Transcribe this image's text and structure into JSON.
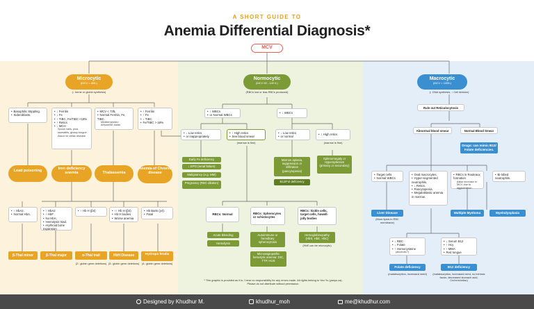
{
  "header": {
    "tag": "A SHORT GUIDE TO",
    "title": "Anemia Differential Diagnosis*",
    "mcv": "MCV"
  },
  "micro": {
    "title": "Microcytic",
    "range": "(MCV < 80fL)",
    "note": "(↓ heme or globin synthesis)",
    "b1": [
      "Basophilic Stippling.",
      "Sideroblasts."
    ],
    "b2": [
      "↓ Ferritin",
      "↓ Fe",
      "↑ TIBC, Fe/TIBC <18%",
      "↑ Retics",
      "↓ MCH"
    ],
    "b2_small": [
      "Spoon nails, pica, stomatitis, glossy tongue.",
      "Assoc w/ celiac disease"
    ],
    "b3": [
      "MCV < 73fL",
      "Normal Ferritin, Fe, TIBC."
    ],
    "b3_small": [
      "Mediterranean/ African/SE Asian"
    ],
    "b4": [
      "↑ Ferritin",
      "↑ Fe",
      "↓ TIBC",
      "Fe/TIBC > 18%"
    ],
    "p1": "Lead poisoning",
    "p2": "Iron deficiency anemia",
    "p3": "Thalassemia",
    "p4": "Anemia of Chronic disease",
    "t1": [
      "↑ HbA2.",
      "Normal HbA."
    ],
    "t2": [
      "↑ HbA2",
      "↑ HbF",
      "No HbA;",
      "Hemolysis triad.",
      "erythroid bone expansion"
    ],
    "t3": [
      "↑ Hb H (β4)"
    ],
    "t4": [
      "↑↑ Hb H (β4)",
      "Hb H bodies",
      "Worse anemia"
    ],
    "t5": [
      "Hb Barts (γ4).",
      "Fatal"
    ],
    "y1": "β-Thal minor",
    "y2": "β-Thal major",
    "y3": "α-Thal trait",
    "y4": "HbH Disease",
    "y5": "Hydrops fetalis",
    "n3": "(2↓ globin gene deletions)",
    "n4": "(3↓ globin gene deletions)",
    "n5": "(4↓ globin gene deletions)"
  },
  "normo": {
    "title": "Normocytic",
    "range": "(MCV 80 - 100 fL)",
    "note": "(RBCs lost or less RBCs produced)",
    "a1": [
      "↑ WBCs",
      "or Normal WBCs"
    ],
    "a2": [
      "↓ WBCs"
    ],
    "r1": [
      "↓ Low retics",
      "or inappropriately"
    ],
    "r2": [
      "↑ High retics",
      "See blood smear"
    ],
    "r2n": "(marrow is fine)",
    "r3": [
      "↓ Low retics",
      "or normal"
    ],
    "r4": [
      "↑ High retics"
    ],
    "r4n": "(marrow is fine)",
    "g1": [
      "Early Fe deficiency",
      "↓ EPO (renal failure)",
      "Malignancy (e.g. MM)",
      "Pregnancy (RBC dilution)"
    ],
    "g2": "Marrow aplasia, suppression or infiltration (pancytopenia)",
    "g2b": "B12/Fol deficiency",
    "g3": "Splenomegaly or Hypersplenism (primary or secondary)",
    "s1": "RBCs: Normal",
    "s2": "RBCs: Spherocytes or schistocytes",
    "s3": "RBCs: Sickle cells, target cells, howell-jolly bodies",
    "h1": "Acute Bleeding",
    "h2": "Hemolysis",
    "h3": "Autoimmune or hereditary spherocytosis",
    "h4": "Microangiopathic hemolytic anemia: DIC, TTP, HUS",
    "h5": "Hemoglobinopathy (HbS, HbE, HbC)",
    "h5n": "(HbE can be microcytic)"
  },
  "macro": {
    "title": "Macrocytic",
    "range": "(MCV > 100fL)",
    "note": "(↓ DNA synthesis, ↓ Cell division)",
    "r1": "Rule out Reticulocytosis",
    "s1": "Abnormal blood smear",
    "s2": "Normal Blood Smear",
    "s2b": "Drugs: can mimic B12/ Folate deficiencies.",
    "c1": [
      "Target cells",
      "Normal WBCs"
    ],
    "c2": [
      "Oval macrocytes.",
      "Hyper-segmented neutrophils.",
      "↓ Retics.",
      "Pancytopenia.",
      "Megaloblastic anemia in marrow."
    ],
    "c3": [
      "RBCs in Rouleaux formation",
      "(false increase in MCV due to agglutination"
    ],
    "c4": [
      "Bi-lobed neutrophils."
    ],
    "b1": "Liver Disease",
    "b1n": "(More lipids in RBC membrane)",
    "b2": "Multiple Myeloma",
    "b3": "Myelodysplasia",
    "d1": [
      "↓ RBC",
      "↓ Folate",
      "↑ Homocysteine",
      "(alcoholic?)"
    ],
    "d2": [
      "↓ Serum B12",
      "↑ Hcy",
      "↑ MMA",
      "Red tongue"
    ],
    "e1": "Folate deficiency",
    "e1n": "(malabsorption, increased need)",
    "e2": "B12 deficiency",
    "e2n": "(malabsorption, increased need, no intrinsic factor, decreased stomach acid, Crohn's/celiac)"
  },
  "disclaimer": "* This graphic is provided as it is. I bear no responsibility for any errors made. All rights belong to Yan Yu (yanyu.ca). Please do not distribute without permission.",
  "footer": {
    "designer": "Designed by Khudhur M.",
    "handle": "khudhur_moh",
    "email": "me@khudhur.com"
  }
}
